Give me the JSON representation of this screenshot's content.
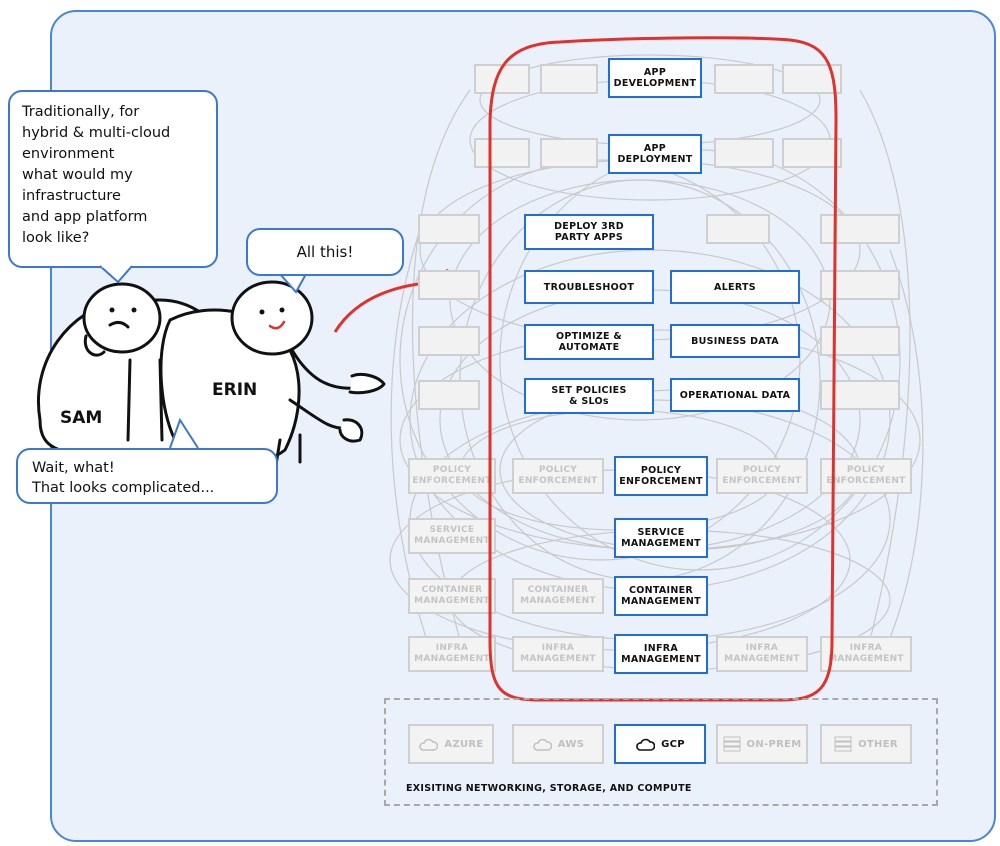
{
  "colors": {
    "accent_blue": "#1f6fd6",
    "highlight_red": "#e0322d",
    "panel_bg": "#eaf1fa",
    "ghost_gray": "#cfcfcf"
  },
  "speech": {
    "sam_question": "Traditionally, for\nhybrid & multi-cloud\nenvironment\nwhat would my\ninfrastructure\nand app platform\nlook like?",
    "erin_reply": "All this!",
    "sam_reaction": "Wait, what!\nThat looks complicated..."
  },
  "characters": {
    "sam": "SAM",
    "erin": "ERIN"
  },
  "stack": {
    "app_development": "APP\nDEVELOPMENT",
    "app_deployment": "APP\nDEPLOYMENT",
    "deploy_3rd_party": "DEPLOY 3RD\nPARTY APPS",
    "troubleshoot": "TROUBLESHOOT",
    "alerts": "ALERTS",
    "optimize_automate": "OPTIMIZE &\nAUTOMATE",
    "business_data": "BUSINESS DATA",
    "set_policies": "SET POLICIES\n& SLOs",
    "operational_data": "OPERATIONAL DATA",
    "policy_enforcement": "POLICY\nENFORCEMENT",
    "service_management": "SERVICE\nMANAGEMENT",
    "container_management": "CONTAINER\nMANAGEMENT",
    "infra_management": "INFRA\nMANAGEMENT"
  },
  "ghost_labels": {
    "policy_enforcement": "POLICY\nENFORCEMENT",
    "service_management": "SERVICE\nMANAGEMENT",
    "container_management": "CONTAINER\nMANAGEMENT",
    "infra_management": "INFRA\nMANAGEMENT"
  },
  "providers": {
    "azure": "AZURE",
    "aws": "AWS",
    "gcp": "GCP",
    "on_prem": "ON-PREM",
    "other": "OTHER"
  },
  "footer_label": "EXISITING NETWORKING, STORAGE, AND COMPUTE",
  "icons": {
    "cloud": "cloud-icon",
    "server": "server-stack-icon",
    "arrow": "curved-arrow-icon"
  }
}
